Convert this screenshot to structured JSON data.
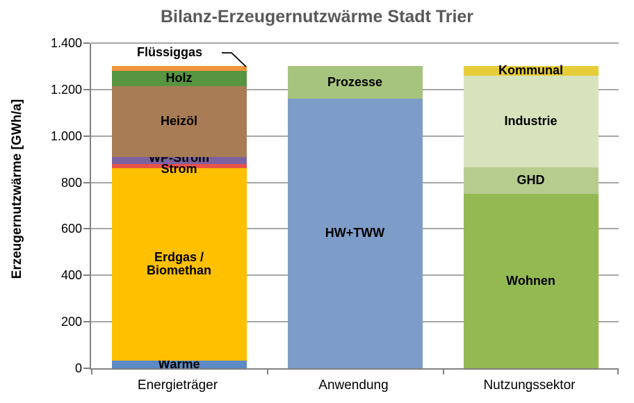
{
  "chart_data": {
    "type": "bar",
    "stacked": true,
    "title": "Bilanz-Erzeugernutzwärme Stadt Trier",
    "ylabel": "Erzeugernutzwärme [GWh/a]",
    "unit": "GWh/a",
    "ylim": [
      0,
      1400
    ],
    "ytick_step": 200,
    "ytick_labels_top_down": [
      "1.400",
      "1.200",
      "1.000",
      "800",
      "600",
      "400",
      "200",
      "0"
    ],
    "grid": true,
    "legend_position": "none",
    "categories": [
      "Energieträger",
      "Anwendung",
      "Nutzungssektor"
    ],
    "bars": [
      {
        "category": "Energieträger",
        "total": 1300,
        "segments": [
          {
            "label": "Wärme",
            "value": 33,
            "color": "#5b8ac5"
          },
          {
            "label": "Erdgas /\nBiomethan",
            "value": 830,
            "color": "#ffc000"
          },
          {
            "label": "Strom",
            "value": 17,
            "color": "#e8524a"
          },
          {
            "label": "WP-Strom",
            "value": 30,
            "color": "#7c62a0"
          },
          {
            "label": "Heizöl",
            "value": 305,
            "color": "#a87c55"
          },
          {
            "label": "Holz",
            "value": 65,
            "color": "#579540"
          },
          {
            "label": "Flüssiggas",
            "value": 20,
            "color": "#f0943c",
            "callout": true
          }
        ]
      },
      {
        "category": "Anwendung",
        "total": 1300,
        "segments": [
          {
            "label": "HW+TWW",
            "value": 1160,
            "color": "#7e9cc8"
          },
          {
            "label": "Prozesse",
            "value": 140,
            "color": "#a7c47e"
          }
        ]
      },
      {
        "category": "Nutzungssektor",
        "total": 1300,
        "segments": [
          {
            "label": "Wohnen",
            "value": 750,
            "color": "#94b953"
          },
          {
            "label": "GHD",
            "value": 115,
            "color": "#b6cc8e"
          },
          {
            "label": "Industrie",
            "value": 395,
            "color": "#d7e3bd"
          },
          {
            "label": "Kommunal",
            "value": 40,
            "color": "#e6cc39"
          }
        ]
      }
    ],
    "colors": {
      "title_text": "#595959",
      "gridline": "#a6a6a6",
      "axis": "#808080",
      "label_text": "#000000"
    }
  }
}
